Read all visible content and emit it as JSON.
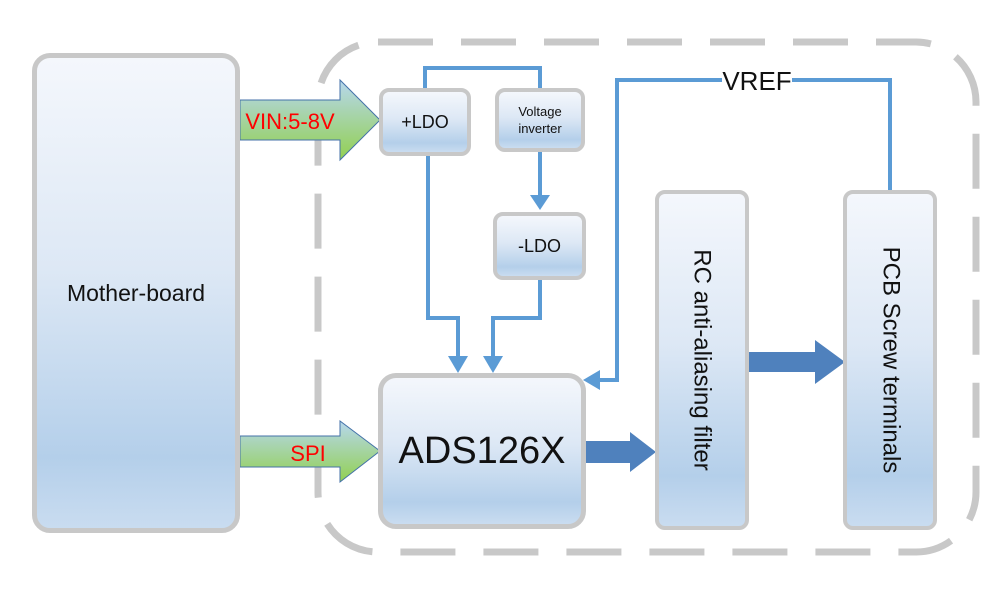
{
  "blocks": {
    "motherboard": "Mother-board",
    "pos_ldo": "+LDO",
    "inverter_line1": "Voltage",
    "inverter_line2": "inverter",
    "neg_ldo": "-LDO",
    "adc": "ADS126X",
    "filter": "RC anti-aliasing filter",
    "terminals": "PCB Screw terminals"
  },
  "signals": {
    "vin": "VIN:5-8V",
    "spi": "SPI",
    "vref": "VREF"
  },
  "colors": {
    "signal_text": "#ff0000",
    "wire": "#5b9bd5",
    "thick_arrow": "#4f81bd",
    "dashed_border": "#c8c8c8"
  }
}
